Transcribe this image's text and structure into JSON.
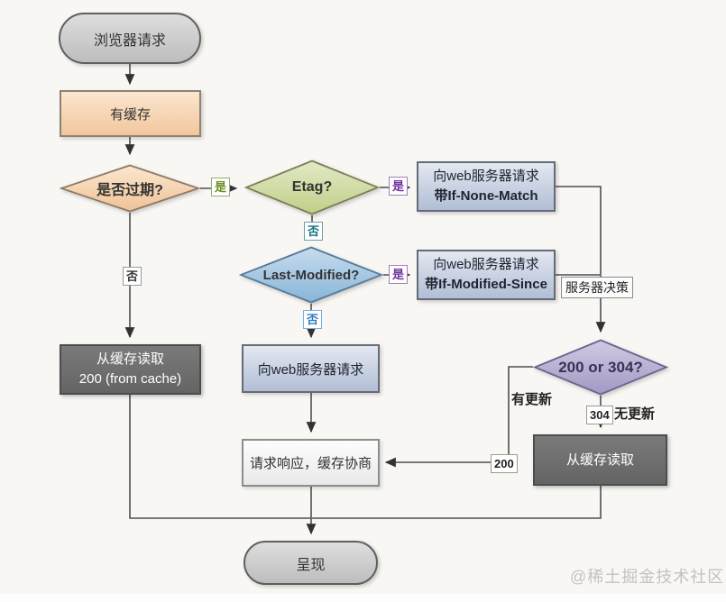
{
  "diagram_title": "browser-http-cache-flowchart",
  "nodes": {
    "browser_request": {
      "label": "浏览器请求",
      "shape": "stadium"
    },
    "has_cache": {
      "label": "有缓存",
      "shape": "rect"
    },
    "expired": {
      "label": "是否过期?",
      "shape": "diamond"
    },
    "etag": {
      "label": "Etag?",
      "shape": "diamond"
    },
    "last_modified": {
      "label": "Last-Modified?",
      "shape": "diamond"
    },
    "req_if_none_match": {
      "line1": "向web服务器请求",
      "line2": "带If-None-Match",
      "shape": "rect"
    },
    "req_if_modified_since": {
      "line1": "向web服务器请求",
      "line2": "带If-Modified-Since",
      "shape": "rect"
    },
    "status_decision": {
      "label": "200 or 304?",
      "shape": "diamond"
    },
    "read_cache_left": {
      "line1": "从缓存读取",
      "line2": "200 (from cache)",
      "shape": "rect"
    },
    "req_web_server": {
      "label": "向web服务器请求",
      "shape": "rect"
    },
    "response_negotiate": {
      "label": "请求响应，缓存协商",
      "shape": "rect"
    },
    "read_cache_right": {
      "label": "从缓存读取",
      "shape": "rect"
    },
    "render": {
      "label": "呈现",
      "shape": "stadium"
    }
  },
  "edge_labels": {
    "yes_expired": "是",
    "no_expired": "否",
    "yes_etag": "是",
    "no_etag": "否",
    "yes_last_modified": "是",
    "no_last_modified": "否",
    "server_decision": "服务器决策",
    "has_update": "有更新",
    "no_update": "无更新",
    "code_304": "304",
    "code_200": "200"
  },
  "watermark": "@稀土掘金技术社区",
  "colors": {
    "node_gray": "#cecece",
    "node_peach": "#f2c69c",
    "node_green": "#c3d28e",
    "node_blue": "#8db9da",
    "node_purple": "#a59cc6",
    "node_steel": "#b2bed5",
    "node_dark": "#6e6e6e",
    "label_yes_green": "#6b8e23",
    "label_yes_purple": "#7030a0",
    "label_no_teal": "#13707e",
    "label_no_blue": "#2e7cc0",
    "connector": "#4f4f4f",
    "background": "#f8f7f4"
  }
}
